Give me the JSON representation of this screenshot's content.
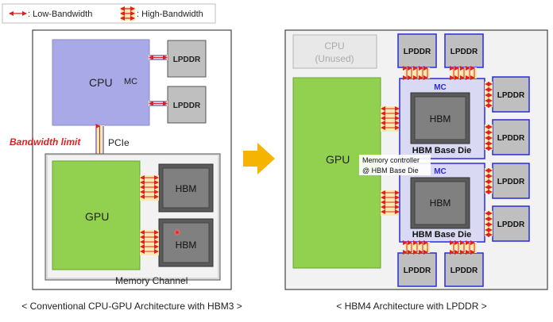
{
  "legend": {
    "low_bandwidth": ": Low-Bandwidth",
    "high_bandwidth": ": High-Bandwidth"
  },
  "left": {
    "cpu": "CPU",
    "mc": "MC",
    "lpddr_1": "LPDDR",
    "lpddr_2": "LPDDR",
    "bandwidth_limit": "Bandwidth limit",
    "pcie": "PCIe",
    "gpu": "GPU",
    "hbm_1": "HBM",
    "hbm_2": "HBM",
    "memory_channel": "Memory Channel",
    "caption": "< Conventional CPU-GPU Architecture with HBM3 >"
  },
  "right": {
    "cpu_line1": "CPU",
    "cpu_line2": "(Unused)",
    "gpu": "GPU",
    "lpddr": [
      "LPDDR",
      "LPDDR",
      "LPDDR",
      "LPDDR",
      "LPDDR",
      "LPDDR",
      "LPDDR",
      "LPDDR"
    ],
    "mc_top": "MC",
    "mc_bottom": "MC",
    "hbm_top": "HBM",
    "hbm_bottom": "HBM",
    "base_die_top": "HBM Base Die",
    "base_die_bottom": "HBM Base Die",
    "memctl_line1": "Memory controller",
    "memctl_line2": "@ HBM Base Die",
    "caption": "< HBM4 Architecture with LPDDR >"
  },
  "colors": {
    "cpu": "#a9a9e8",
    "gpu": "#92d050",
    "chip_gray": "#bfbfbf",
    "hbm": "#7f7f7f",
    "accent_red": "#e02020",
    "base_die": "#d9d9f3",
    "blue_border": "#2b2bd9",
    "arrow": "#f5b400"
  }
}
